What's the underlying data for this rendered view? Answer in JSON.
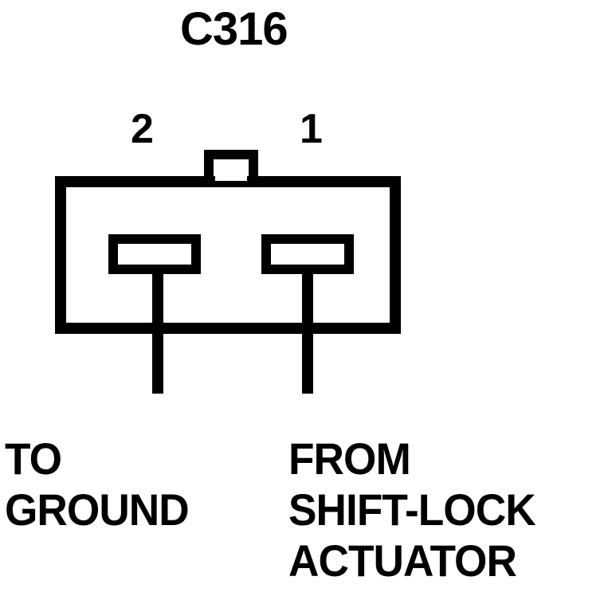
{
  "connector": {
    "id": "C316"
  },
  "pins": [
    {
      "number": "2"
    },
    {
      "number": "1"
    }
  ],
  "wires": {
    "left": [
      "TO",
      "GROUND"
    ],
    "right": [
      "FROM",
      "SHIFT-LOCK",
      "ACTUATOR"
    ]
  }
}
